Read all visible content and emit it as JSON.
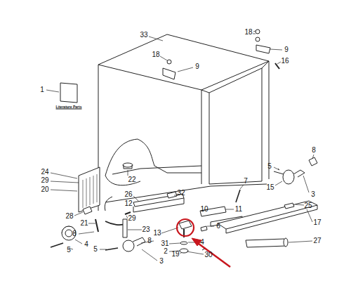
{
  "diagram": {
    "labels": [
      "33",
      "18",
      "9",
      "16",
      "18",
      "9",
      "1",
      "Literature Parts",
      "22",
      "8",
      "24",
      "29",
      "20",
      "5",
      "15",
      "3",
      "25",
      "26",
      "32",
      "12",
      "10",
      "11",
      "7",
      "17",
      "28",
      "29",
      "21",
      "8",
      "23",
      "13",
      "6",
      "27",
      "4",
      "5",
      "31",
      "5",
      "8",
      "2",
      "19",
      "3",
      "30",
      "4"
    ]
  }
}
